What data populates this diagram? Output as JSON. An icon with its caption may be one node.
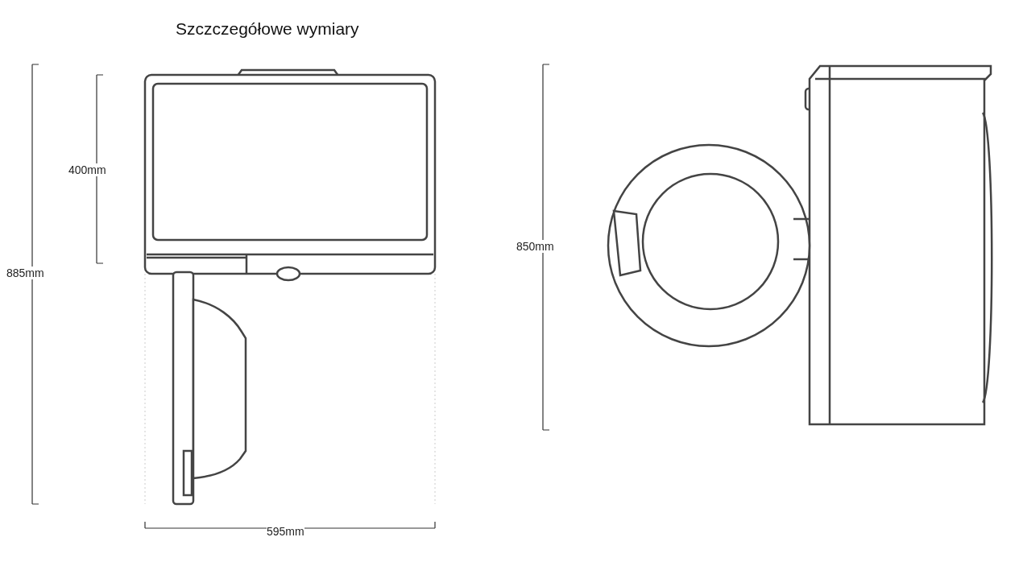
{
  "diagram": {
    "title": "Szczczegółowe wymiary",
    "labels": [
      "400mm",
      "850mm",
      "885mm",
      "595mm"
    ]
  }
}
